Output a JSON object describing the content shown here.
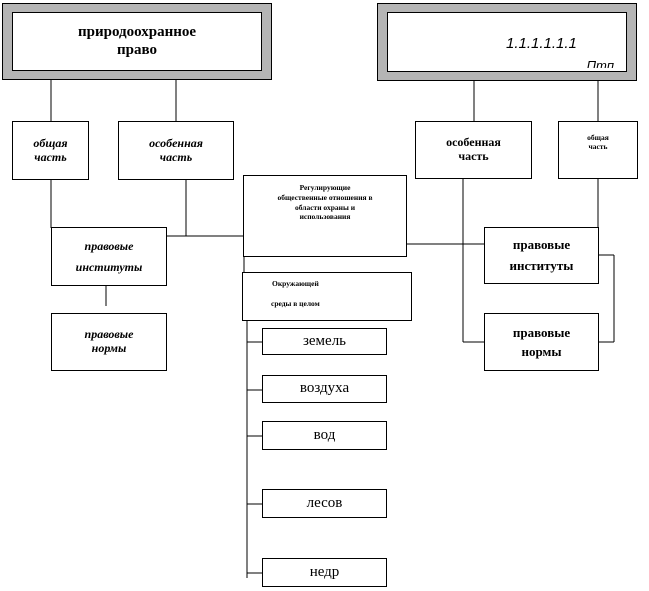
{
  "left_header": {
    "line1": "природоохранное",
    "line2": "право"
  },
  "right_header": {
    "line1": "1.1.1.1.1.1",
    "line2": "Птп"
  },
  "left_general": {
    "line1": "общая",
    "line2": "часть"
  },
  "left_special": {
    "line1": "особенная",
    "line2": "часть"
  },
  "right_special": {
    "line1": "особенная",
    "line2": "часть"
  },
  "right_general": {
    "line1": "общая",
    "line2": "часть"
  },
  "left_institutes": {
    "line1": "правовые",
    "line2": "институты"
  },
  "left_norms": {
    "line1": "правовые",
    "line2": "нормы"
  },
  "center_regulating": {
    "line1": "Регулирующие",
    "line2": "общественные отношения в",
    "line3": "области охраны и",
    "line4": "использования"
  },
  "center_environment": {
    "line1": "Окружающей",
    "line2": "среды в целом"
  },
  "right_institutes": {
    "line1": "правовые",
    "line2": "институты"
  },
  "right_norms": {
    "line1": "правовые",
    "line2": "нормы"
  },
  "objects": [
    "земель",
    "воздуха",
    "вод",
    "лесов",
    "недр"
  ]
}
